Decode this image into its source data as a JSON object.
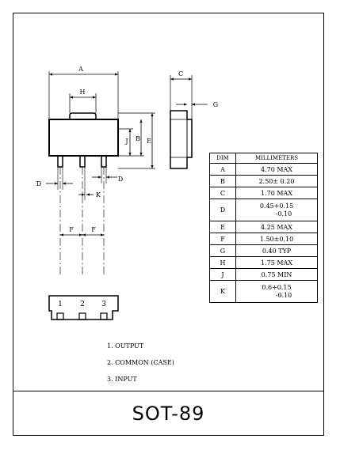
{
  "title": "SOT-89",
  "dim_labels": {
    "A": "A",
    "B": "B",
    "C": "C",
    "D": "D",
    "E": "E",
    "F": "F",
    "G": "G",
    "H": "H",
    "J": "J",
    "K": "K"
  },
  "pin_numbers": [
    "1",
    "2",
    "3"
  ],
  "table": {
    "headers": [
      "DIM",
      "MILLIMETERS"
    ],
    "rows": [
      {
        "dim": "A",
        "value": "4.70  MAX"
      },
      {
        "dim": "B",
        "value": "2.50± 0.20"
      },
      {
        "dim": "C",
        "value": "1.70  MAX"
      },
      {
        "dim": "D",
        "value": "0.45+0.15",
        "value2": "-0.10"
      },
      {
        "dim": "E",
        "value": "4.25  MAX"
      },
      {
        "dim": "F",
        "value": "1.50±0.10"
      },
      {
        "dim": "G",
        "value": "0.40  TYP"
      },
      {
        "dim": "H",
        "value": "1.75  MAX"
      },
      {
        "dim": "J",
        "value": "0.75  MIN"
      },
      {
        "dim": "K",
        "value": "0.6+0.15",
        "value2": "-0.10"
      }
    ]
  },
  "pins": [
    "1.  OUTPUT",
    "2.  COMMON  (CASE)",
    "3.  INPUT"
  ]
}
